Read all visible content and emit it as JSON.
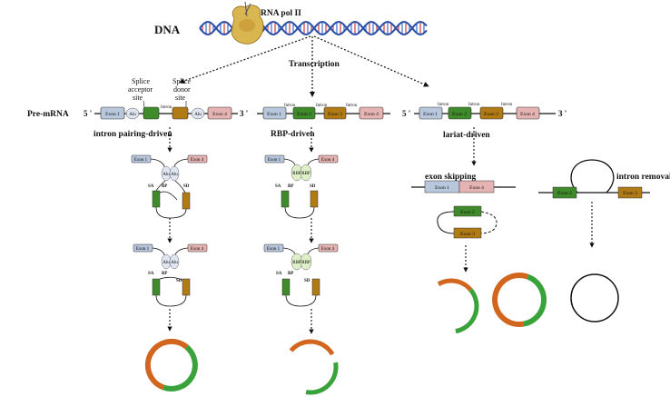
{
  "labels": {
    "dna": "DNA",
    "rna_pol": "RNA pol II",
    "transcription": "Transcription",
    "pre_mrna": "Pre-mRNA",
    "five_prime": "5 '",
    "three_prime": "3 '",
    "splice_acceptor": "Splice acceptor site",
    "splice_acceptor_l1": "Splice",
    "splice_acceptor_l2": "acceptor",
    "splice_acceptor_l3": "site",
    "splice_donor_l1": "Splice",
    "splice_donor_l2": "donor",
    "splice_donor_l3": "site",
    "intron": "Intron",
    "alu": "Alu",
    "rbp": "RBP",
    "sa": "SA",
    "bp": "BP",
    "sd": "SD"
  },
  "exons": {
    "e1": "Exon 1",
    "e2": "Exon 2",
    "e3": "Exon 3",
    "e4": "Exon 4"
  },
  "pathways": {
    "intron_pairing": "intron pairing-driven",
    "rbp": "RBP-driven",
    "lariat": "lariat-driven",
    "exon_skipping": "exon skipping",
    "intron_removal": "intron removal"
  },
  "colors": {
    "exon1": "#b8c7dc",
    "exon2": "#3f8a2a",
    "exon3": "#b07a14",
    "exon4": "#e6b3b3",
    "orange": "#d2661e",
    "green": "#3aa23a",
    "alu": "#dfe6f2",
    "rbp": "#dff0c8"
  }
}
